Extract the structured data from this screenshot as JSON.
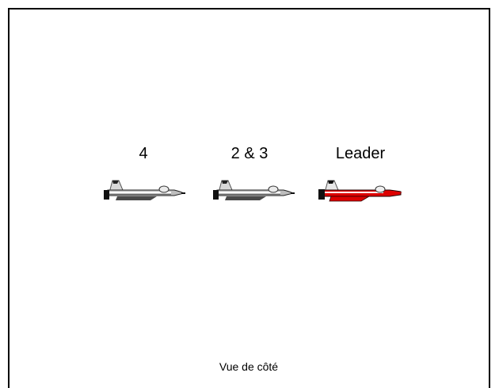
{
  "formation": [
    {
      "label": "4",
      "variant": "gray"
    },
    {
      "label": "2 & 3",
      "variant": "gray"
    },
    {
      "label": "Leader",
      "variant": "red"
    }
  ],
  "caption": "Vue de côté",
  "colors": {
    "leader_accent": "#dd0000",
    "wingman_body": "#9a9a9a",
    "canopy": "#d8d8d8",
    "frame": "#000000"
  }
}
